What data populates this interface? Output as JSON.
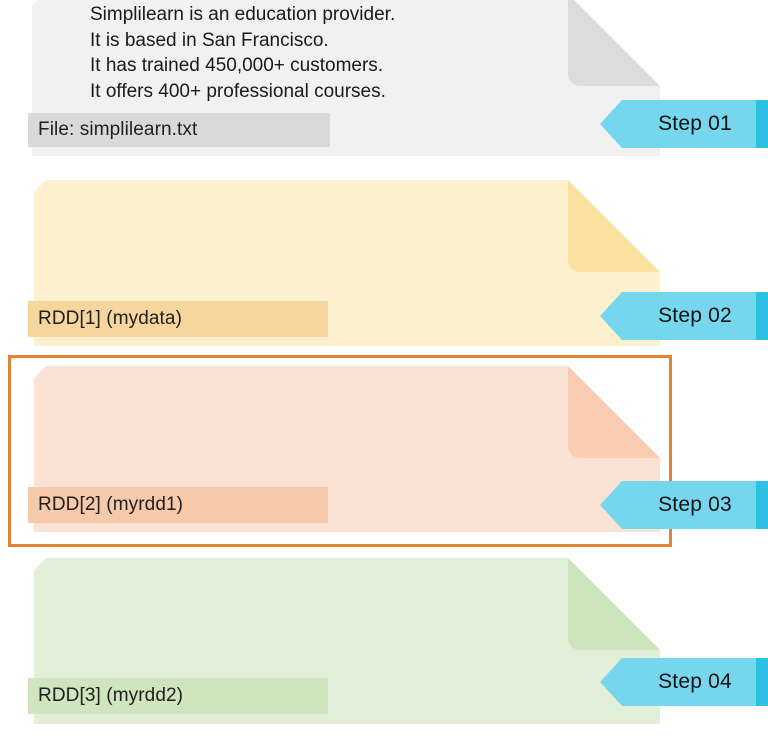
{
  "diagram": {
    "title": "Spark RDD lineage step diagram",
    "colors": {
      "ribbon_body": "#76d6ee",
      "ribbon_cap": "#2ec0e4",
      "highlight_border": "#e08337",
      "page_background": "#ffffff"
    },
    "steps": [
      {
        "id": "step-01",
        "ribbon_label": "Step 01",
        "card_fill": "#f1f1f1",
        "card_fold": "#dcdcdc",
        "strip_fill": "#d9d9d9",
        "strip_label": "File: simplilearn.txt",
        "body_lines": [
          "Simplilearn is an education provider.",
          "It is based in San Francisco.",
          "It has trained 450,000+ customers.",
          "It offers 400+ professional courses."
        ],
        "highlighted": false
      },
      {
        "id": "step-02",
        "ribbon_label": "Step 02",
        "card_fill": "#fdf0cf",
        "card_fold": "#fbe0a0",
        "strip_fill": "#f6d69c",
        "strip_label": "RDD[1] (mydata)",
        "body_lines": [],
        "highlighted": false
      },
      {
        "id": "step-03",
        "ribbon_label": "Step 03",
        "card_fill": "#fae2d4",
        "card_fold": "#f8cdb2",
        "strip_fill": "#f6c9ab",
        "strip_label": "RDD[2] (myrdd1)",
        "body_lines": [],
        "highlighted": true
      },
      {
        "id": "step-04",
        "ribbon_label": "Step 04",
        "card_fill": "#e2efd9",
        "card_fold": "#cde4bd",
        "strip_fill": "#cfe5bd",
        "strip_label": "RDD[3] (myrdd2)",
        "body_lines": [],
        "highlighted": false
      }
    ]
  }
}
